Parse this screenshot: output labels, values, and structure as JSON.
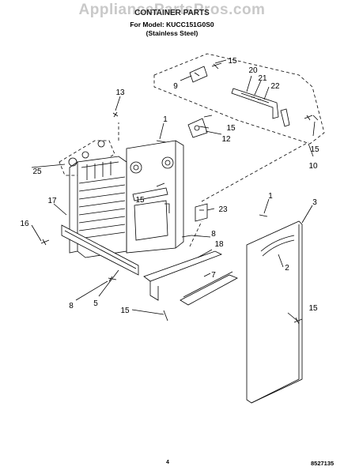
{
  "watermark": "AppliancePartsPros.com",
  "header": {
    "title": "CONTAINER PARTS",
    "model_line": "For Model: KUCC151G0S0",
    "finish_line": "(Stainless Steel)"
  },
  "callouts": [
    "1",
    "1",
    "2",
    "3",
    "5",
    "7",
    "8",
    "8",
    "9",
    "10",
    "12",
    "13",
    "15",
    "15",
    "15",
    "15",
    "15",
    "16",
    "17",
    "18",
    "20",
    "21",
    "22",
    "23",
    "25"
  ],
  "footer": {
    "page_number": "4",
    "document_number": "8527135"
  }
}
